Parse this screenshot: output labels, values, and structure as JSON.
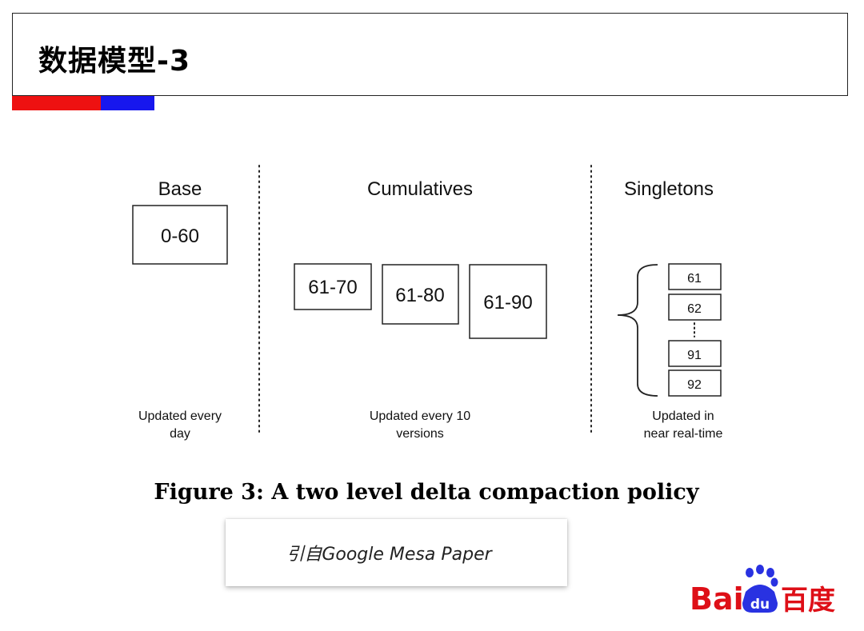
{
  "slide": {
    "title": "数据模型-3",
    "accent_colors": {
      "red": "#ee1111",
      "blue": "#1717ee"
    }
  },
  "figure": {
    "columns": {
      "base": {
        "heading": "Base",
        "note_line1": "Updated every",
        "note_line2": "day"
      },
      "cumulatives": {
        "heading": "Cumulatives",
        "note_line1": "Updated every 10",
        "note_line2": "versions"
      },
      "singletons": {
        "heading": "Singletons",
        "note_line1": "Updated in",
        "note_line2": "near real-time"
      }
    },
    "base_box": "0-60",
    "cumulative_boxes": [
      "61-70",
      "61-80",
      "61-90"
    ],
    "singleton_boxes": [
      "61",
      "62",
      "91",
      "92"
    ],
    "caption": "Figure 3:  A two level delta compaction policy"
  },
  "citation": {
    "text": "引自Google Mesa Paper"
  },
  "logo": {
    "text_left": "Bai",
    "text_right": "百度",
    "paw_text": "du",
    "brand_red": "#de0f17",
    "brand_blue": "#2932e1"
  }
}
